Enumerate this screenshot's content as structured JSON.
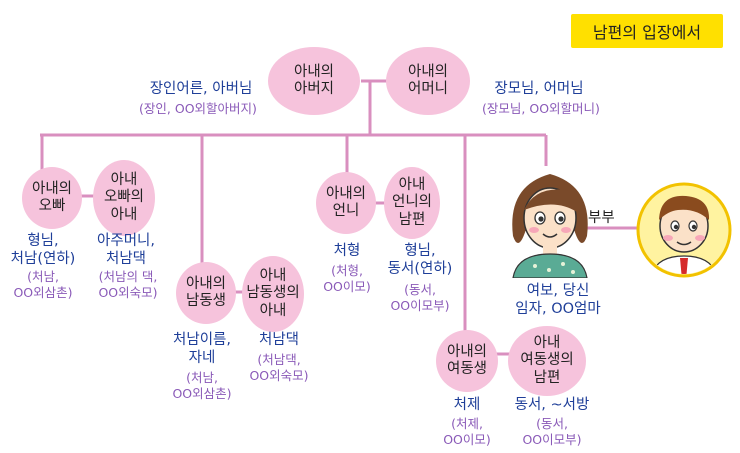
{
  "title": "남편의 입장에서",
  "nodes": {
    "wife_father": "아내의\n아버지",
    "wife_mother": "아내의\n어머니",
    "wife_older_brother": "아내의\n오빠",
    "wife_older_brother_wife": "아내\n오빠의\n아내",
    "wife_younger_brother": "아내의\n남동생",
    "wife_younger_brother_wife": "아내\n남동생의\n아내",
    "wife_older_sister": "아내의\n언니",
    "wife_older_sister_husband": "아내\n언니의\n남편",
    "wife_younger_sister": "아내의\n여동생",
    "wife_younger_sister_husband": "아내\n여동생의\n남편"
  },
  "terms": {
    "wife_father": "장인어른, 아버님",
    "wife_mother": "장모님, 어머님",
    "wife_older_brother": "형님,\n처남(연하)",
    "wife_older_brother_wife": "아주머니,\n처남댁",
    "wife_younger_brother": "처남이름,\n자네",
    "wife_younger_brother_wife": "처남댁",
    "wife_older_sister": "처형",
    "wife_older_sister_husband": "형님,\n동서(연하)",
    "wife_younger_sister": "처제",
    "wife_younger_sister_husband": "동서, ~서방",
    "wife": "여보, 당신\n임자, OO엄마"
  },
  "notes": {
    "wife_father": "(장인, OO외할아버지)",
    "wife_mother": "(장모님, OO외할머니)",
    "wife_older_brother": "(처남,\nOO외삼촌)",
    "wife_older_brother_wife": "(처남의 댁,\nOO외숙모)",
    "wife_younger_brother": "(처남,\nOO외삼촌)",
    "wife_younger_brother_wife": "(처남댁,\nOO외숙모)",
    "wife_older_sister": "(처형,\nOO이모)",
    "wife_older_sister_husband": "(동서,\nOO이모부)",
    "wife_younger_sister": "(처제,\nOO이모)",
    "wife_younger_sister_husband": "(동서,\nOO이모부)"
  },
  "couple_label": "부부",
  "colors": {
    "line": "#d98fbf",
    "oval": "#f6c3dc",
    "term": "#1f3f99",
    "note": "#8a5ab8",
    "title_bg": "#ffe000"
  },
  "icons": [
    "wife-portrait-icon",
    "husband-portrait-icon"
  ]
}
